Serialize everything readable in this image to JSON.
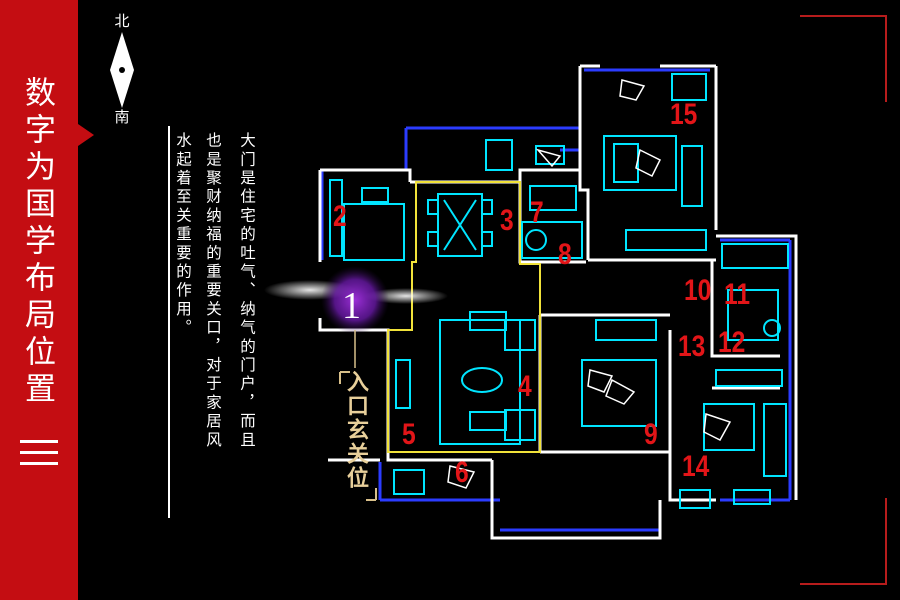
{
  "sidebar": {
    "title": "数字为国学布局位置",
    "number": "三",
    "color": "#c40d12"
  },
  "compass": {
    "north": "北",
    "south": "南"
  },
  "text": {
    "col1": "大门是住宅的吐气、纳气的门户，而且",
    "col2": "也是聚财纳福的重要关口，对于家居风",
    "col3": "水起着至关重要的作用。"
  },
  "entrance": {
    "number": "1",
    "caption": "入口玄关位"
  },
  "room_labels": [
    "2",
    "3",
    "4",
    "5",
    "6",
    "7",
    "8",
    "9",
    "10",
    "11",
    "12",
    "13",
    "14",
    "15"
  ],
  "colors": {
    "wall": "#ffffff",
    "furniture": "#00e5ff",
    "outline": "#2b3cff",
    "highlight": "#f1e23a",
    "label": "#e21518"
  }
}
